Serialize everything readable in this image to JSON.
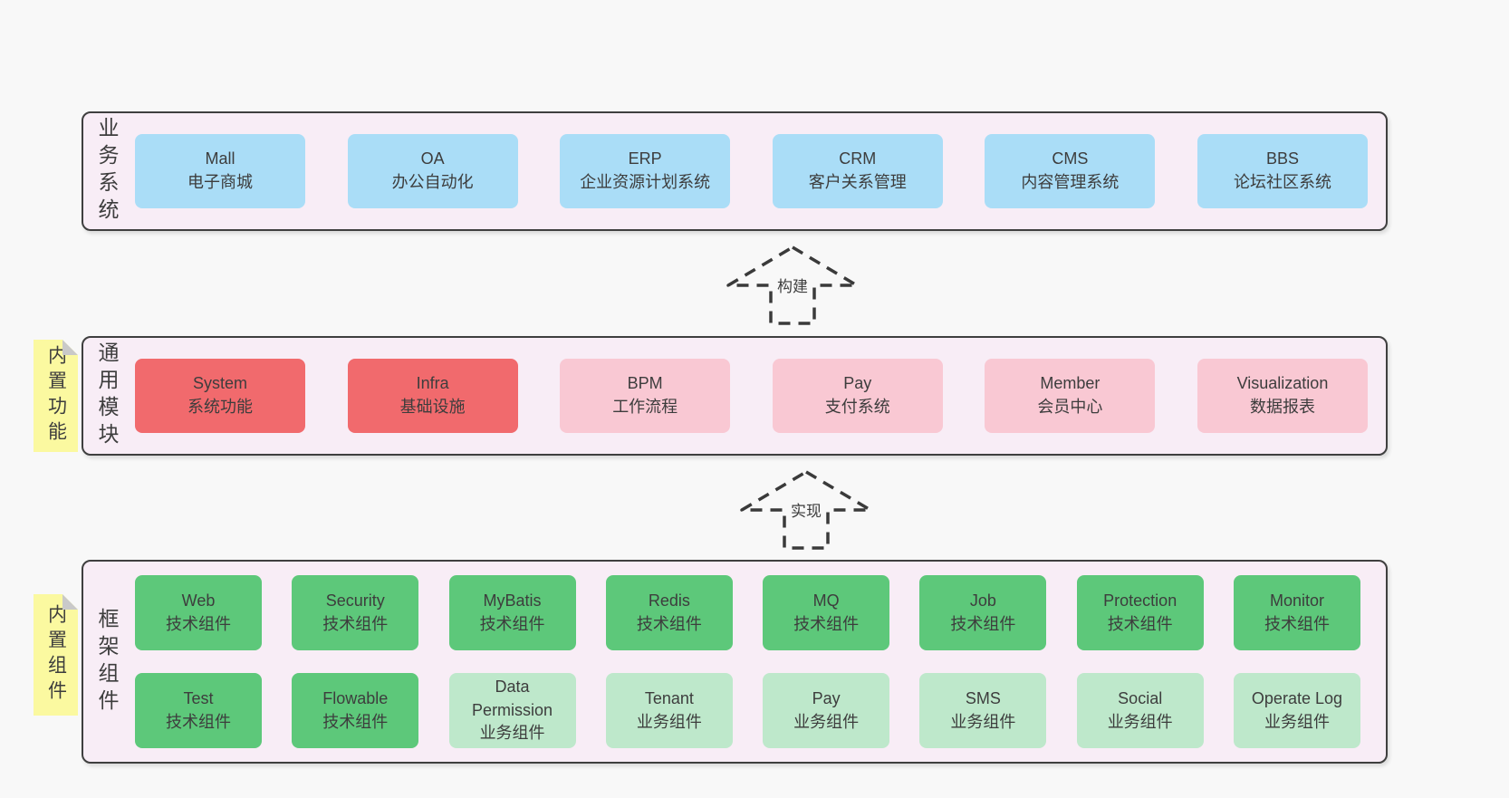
{
  "colors": {
    "bg": "#f8f8f8",
    "panel": "#f8edf6",
    "border": "#3f3f3f",
    "arrow": "#3a3a3a",
    "text": "#3d3d3d",
    "blue": "#aaddf7",
    "red": "#f16a6d",
    "pink": "#f9c8d3",
    "green": "#5dc87a",
    "green-light": "#bee8cb",
    "yellow": "#fbf9a0",
    "fold": "#c9c9c9"
  },
  "sections": {
    "business": {
      "label": "业务系统",
      "boxes": [
        {
          "name": "Mall",
          "desc": "电子商城"
        },
        {
          "name": "OA",
          "desc": "办公自动化"
        },
        {
          "name": "ERP",
          "desc": "企业资源计划系统"
        },
        {
          "name": "CRM",
          "desc": "客户关系管理"
        },
        {
          "name": "CMS",
          "desc": "内容管理系统"
        },
        {
          "name": "BBS",
          "desc": "论坛社区系统"
        }
      ]
    },
    "arrow_build": {
      "label": "构建"
    },
    "modules": {
      "label": "通用模块",
      "sticky": "内置功能",
      "boxes": [
        {
          "name": "System",
          "desc": "系统功能"
        },
        {
          "name": "Infra",
          "desc": "基础设施"
        },
        {
          "name": "BPM",
          "desc": "工作流程"
        },
        {
          "name": "Pay",
          "desc": "支付系统"
        },
        {
          "name": "Member",
          "desc": "会员中心"
        },
        {
          "name": "Visualization",
          "desc": "数据报表"
        }
      ]
    },
    "arrow_implement": {
      "label": "实现"
    },
    "framework": {
      "label": "框架组件",
      "sticky": "内置组件",
      "row1": [
        {
          "name": "Web",
          "desc": "技术组件"
        },
        {
          "name": "Security",
          "desc": "技术组件"
        },
        {
          "name": "MyBatis",
          "desc": "技术组件"
        },
        {
          "name": "Redis",
          "desc": "技术组件"
        },
        {
          "name": "MQ",
          "desc": "技术组件"
        },
        {
          "name": "Job",
          "desc": "技术组件"
        },
        {
          "name": "Protection",
          "desc": "技术组件"
        },
        {
          "name": "Monitor",
          "desc": "技术组件"
        }
      ],
      "row2": [
        {
          "name": "Test",
          "desc": "技术组件"
        },
        {
          "name": "Flowable",
          "desc": "技术组件"
        },
        {
          "name": "Data Permission",
          "desc": "业务组件"
        },
        {
          "name": "Tenant",
          "desc": "业务组件"
        },
        {
          "name": "Pay",
          "desc": "业务组件"
        },
        {
          "name": "SMS",
          "desc": "业务组件"
        },
        {
          "name": "Social",
          "desc": "业务组件"
        },
        {
          "name": "Operate Log",
          "desc": "业务组件"
        }
      ]
    }
  }
}
